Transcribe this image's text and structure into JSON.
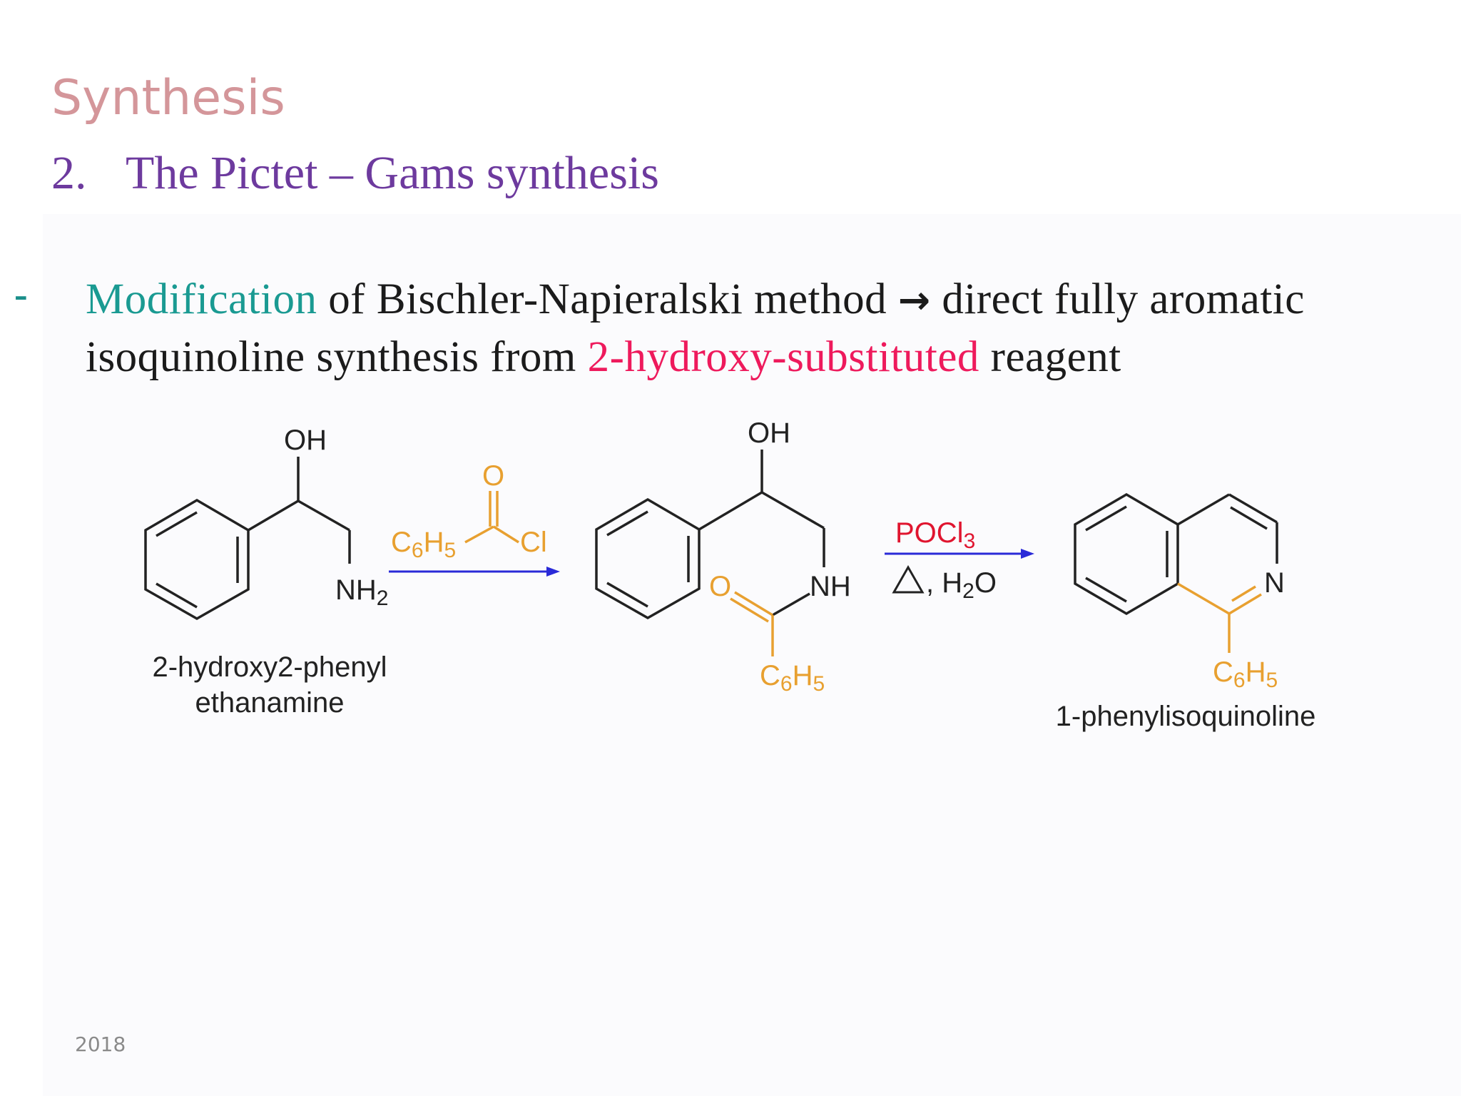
{
  "slide": {
    "section_title": "Synthesis",
    "subtitle_number": "2.",
    "subtitle_text": "The  Pictet – Gams synthesis",
    "bullet": {
      "marker": "-",
      "part1_highlight": "Modification",
      "part2": " of Bischler-Napieralski method ",
      "arrow": "→",
      "part3": " direct fully aromatic isoquinoline synthesis from ",
      "part4_highlight": "2-hydroxy-substituted",
      "part5": " reagent"
    },
    "footer_year": "2018"
  },
  "scheme": {
    "colors": {
      "bond": "#222222",
      "acyl": "#e8a030",
      "reagent": "#e0152f",
      "arrow": "#2a2ad8"
    },
    "reactant": {
      "oh": "OH",
      "nh2_main": "NH",
      "nh2_sub": "2",
      "name_line1": "2-hydroxy2-phenyl",
      "name_line2": "ethanamine"
    },
    "reagent1": {
      "o": "O",
      "c6h5_c": "C",
      "c6h5_6": "6",
      "c6h5_h": "H",
      "c6h5_5": "5",
      "cl": "Cl"
    },
    "intermediate": {
      "oh": "OH",
      "nh": "NH",
      "o": "O",
      "c6h5_c": "C",
      "c6h5_6": "6",
      "c6h5_h": "H",
      "c6h5_5": "5"
    },
    "reagent2": {
      "poc_main": "POCl",
      "poc_sub": "3",
      "triangle": "Δ",
      "h2o_prefix": ", H",
      "h2o_sub": "2",
      "h2o_suffix": "O"
    },
    "product": {
      "n": "N",
      "c6h5_c": "C",
      "c6h5_6": "6",
      "c6h5_h": "H",
      "c6h5_5": "5",
      "name": "1-phenylisoquinoline"
    }
  }
}
